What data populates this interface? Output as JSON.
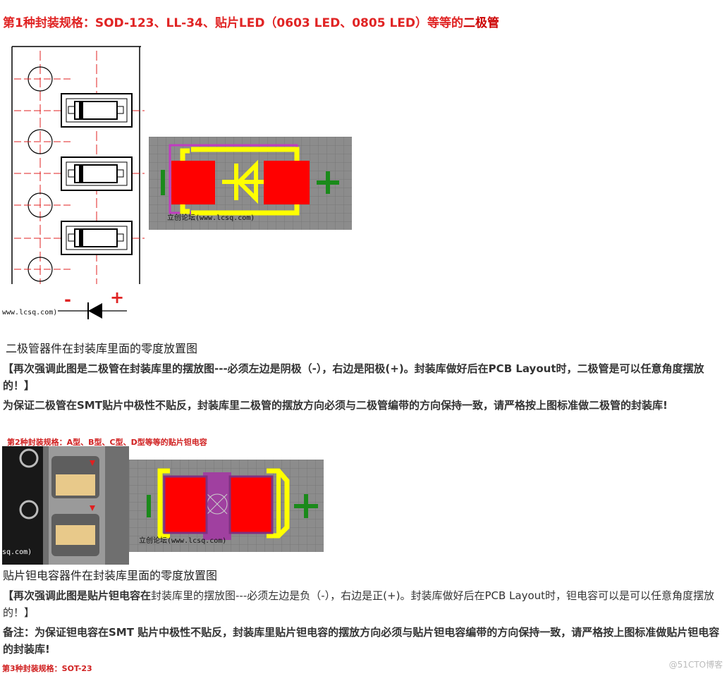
{
  "section1": {
    "title_prefix": "第1种封装规格：SOD-123、LL-34、贴片LED（0603 LED、0805 LED）等等的",
    "title_emph": "二极管",
    "tape_watermark": "www.lcsq.com)",
    "minus": "-",
    "plus": "+",
    "pcb_watermark": "立创论坛(www.lcsq.com)",
    "caption": "二极管器件在封装库里面的零度放置图",
    "para1": "【再次强调此图是二极管在封装库里的摆放图---必须左边是阴极（-），右边是阳极(+)。封装库做好后在PCB Layout时，二极管是可以任意角度摆放的！】",
    "para2": "为保证二极管在SMT贴片中极性不贴反，封装库里二极管的摆放方向必须与二极管编带的方向保持一致，请严格按上图标准做二极管的封装库!"
  },
  "section2": {
    "title": "第2种封装规格：A型、B型、C型、D型等等的贴片钽电容",
    "photo_watermark": "sq.com)",
    "pcb_watermark": "立创论坛(www.lcsq.com)",
    "caption": "贴片钽电容器件在封装库里面的零度放置图",
    "para1_a": "【再次强调此图是贴片钽电容在",
    "para1_b": "封装库里的摆放图---必须左边是负（-），右边是正(+)。封装库做好后在PCB Layout时，钽电容可以是可以任意角度摆放的！】",
    "para2": " 备注：为保证钽电容在SMT 贴片中极性不贴反，封装库里贴片钽电容的摆放方向必须与贴片钽电容编带的方向保持一致，请严格按上图标准做贴片钽电容的封装库!"
  },
  "section3": {
    "title": "第3种封装规格：SOT-23"
  },
  "footer": {
    "watermark": "@51CTO博客"
  },
  "colors": {
    "heading_red": "#e02424",
    "pad_red": "#ff0000",
    "silk_yellow": "#ffff00",
    "pcb_grey": "#8c8c8c",
    "plus_green": "#1a8a1a"
  }
}
